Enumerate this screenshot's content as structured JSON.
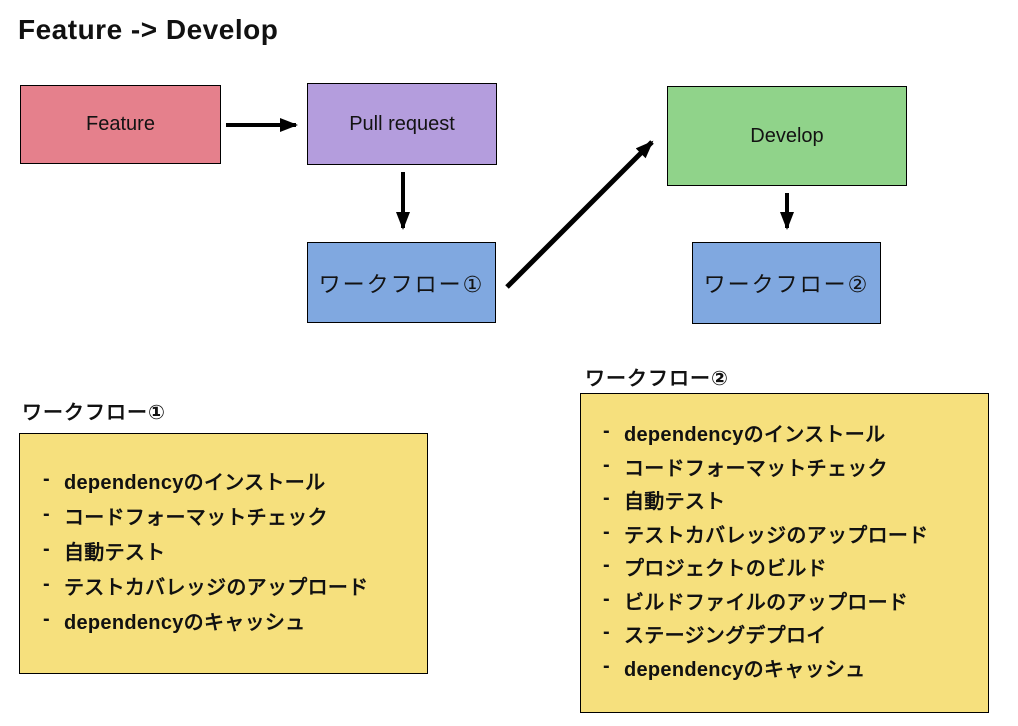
{
  "title": "Feature -> Develop",
  "bullet": "-",
  "colors": {
    "feature_box": "#e5808c",
    "pull_request_box": "#b49ddd",
    "develop_box": "#90d38a",
    "workflow_box": "#80a8e0",
    "panel_box": "#f6e07d",
    "border": "#000000",
    "arrow": "#000000",
    "text": "#111111"
  },
  "nodes": {
    "feature": {
      "label": "Feature"
    },
    "pull_request": {
      "label": "Pull request"
    },
    "develop": {
      "label": "Develop"
    },
    "workflow1": {
      "label": "ワークフロー①"
    },
    "workflow2": {
      "label": "ワークフロー②"
    }
  },
  "panels": {
    "workflow1": {
      "heading": "ワークフロー①",
      "items": [
        "dependencyのインストール",
        "コードフォーマットチェック",
        "自動テスト",
        "テストカバレッジのアップロード",
        "dependencyのキャッシュ"
      ]
    },
    "workflow2": {
      "heading": "ワークフロー②",
      "items": [
        "dependencyのインストール",
        "コードフォーマットチェック",
        "自動テスト",
        "テストカバレッジのアップロード",
        "プロジェクトのビルド",
        "ビルドファイルのアップロード",
        "ステージングデプロイ",
        "dependencyのキャッシュ"
      ]
    }
  }
}
